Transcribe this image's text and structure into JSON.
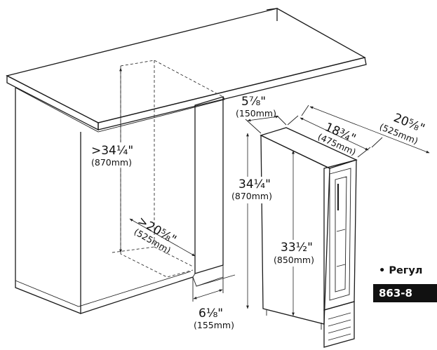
{
  "dimensions": {
    "cabinet_height": {
      "imperial": ">34¼\"",
      "metric": "(870mm)"
    },
    "cabinet_depth": {
      "imperial": ">20⅝\"",
      "metric": "(525mm)"
    },
    "opening_width": {
      "imperial": "6⅛\"",
      "metric": "(155mm)"
    },
    "unit_width": {
      "imperial": "5⅞\"",
      "metric": "(150mm)"
    },
    "unit_depth_body": {
      "imperial": "18¾\"",
      "metric": "(475mm)"
    },
    "unit_depth_total": {
      "imperial": "20⅝\"",
      "metric": "(525mm)"
    },
    "unit_height_max": {
      "imperial": "34¼\"",
      "metric": "(870mm)"
    },
    "unit_height_min": {
      "imperial": "33½\"",
      "metric": "(850mm)"
    }
  },
  "note": {
    "bullet_text": "• Регул",
    "phone": "863-8"
  }
}
